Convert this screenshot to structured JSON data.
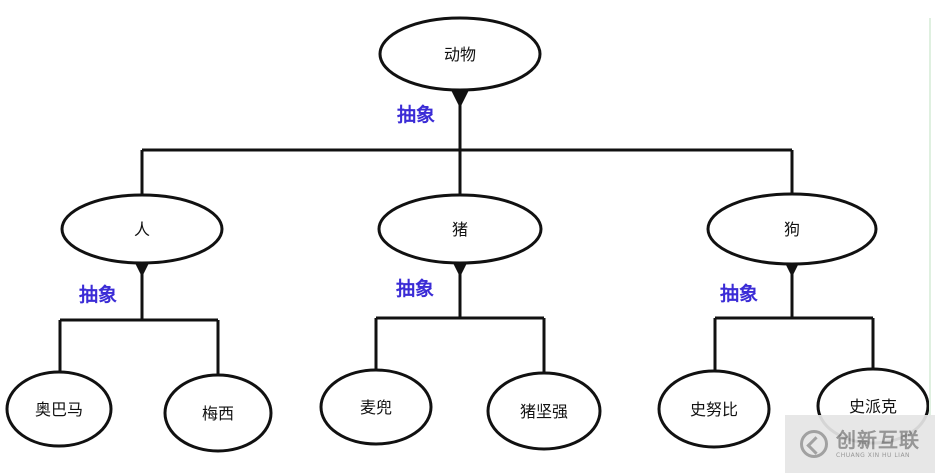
{
  "diagram": {
    "root": "动物",
    "edge_label": "抽象",
    "categories": [
      {
        "name": "人",
        "children": [
          "奥巴马",
          "梅西"
        ]
      },
      {
        "name": "猪",
        "children": [
          "麦兜",
          "猪坚强"
        ]
      },
      {
        "name": "狗",
        "children": [
          "史努比",
          "史派克"
        ]
      }
    ]
  },
  "watermark": {
    "brand": "创新互联",
    "brand_en": "CHUANG XIN HU LIAN",
    "icon": "chuangxin-logo-icon"
  }
}
